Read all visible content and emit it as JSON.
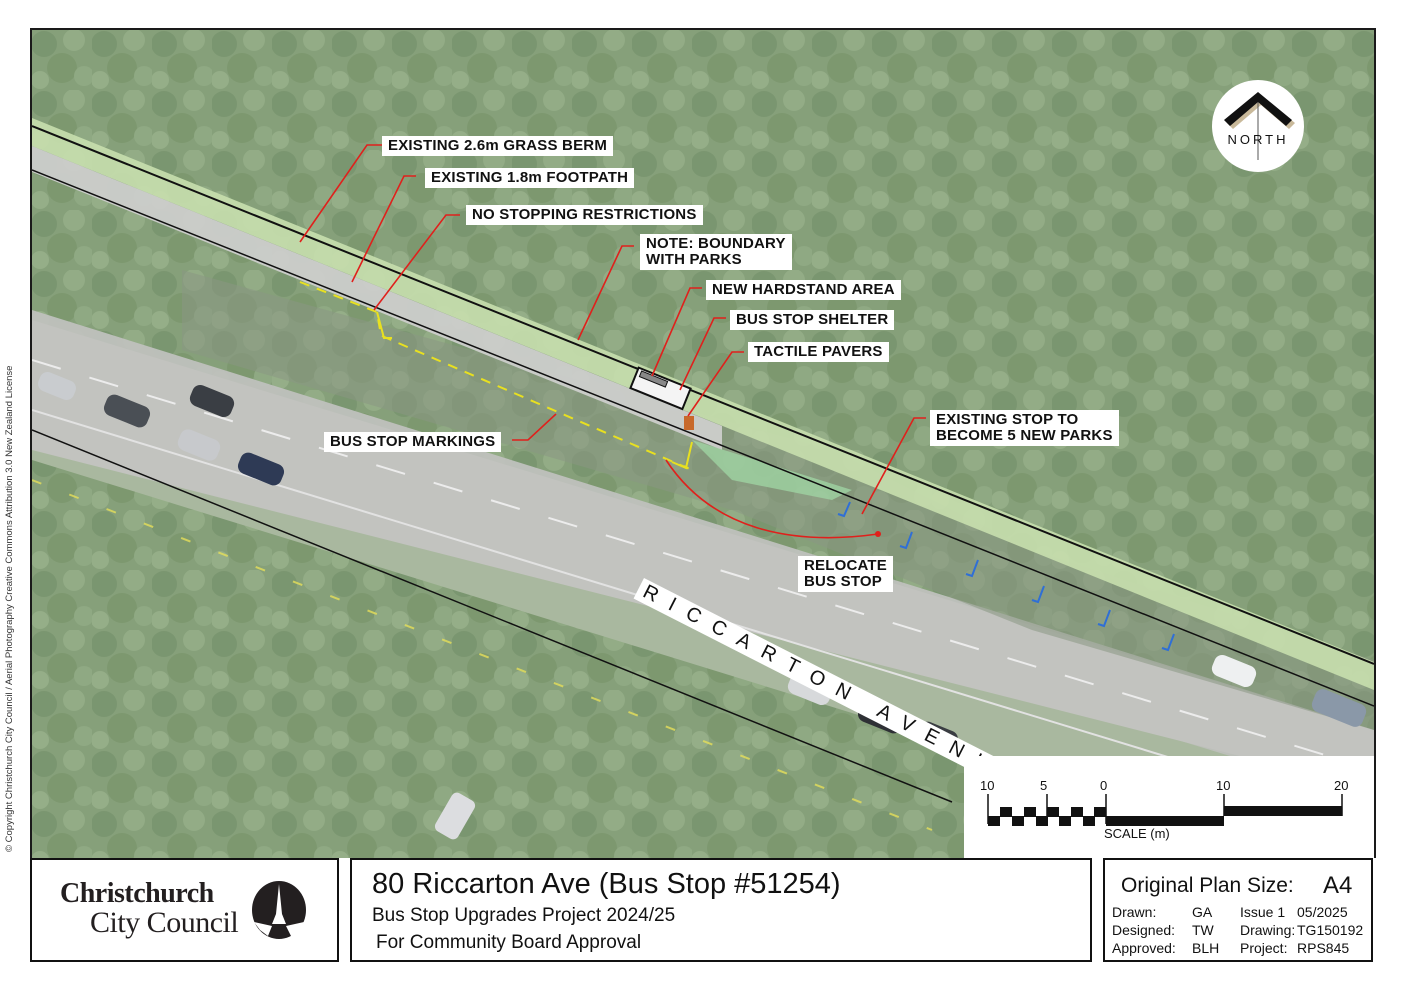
{
  "map": {
    "street_name": "RICCARTON AVENUE",
    "callouts": [
      {
        "id": "grass-berm",
        "text": "EXISTING 2.6m GRASS BERM"
      },
      {
        "id": "footpath",
        "text": "EXISTING 1.8m FOOTPATH"
      },
      {
        "id": "no-stopping",
        "text": "NO STOPPING RESTRICTIONS"
      },
      {
        "id": "boundary-note",
        "text": "NOTE: BOUNDARY\nWITH PARKS"
      },
      {
        "id": "hardstand",
        "text": "NEW HARDSTAND AREA"
      },
      {
        "id": "shelter",
        "text": "BUS STOP SHELTER"
      },
      {
        "id": "tactile",
        "text": "TACTILE PAVERS"
      },
      {
        "id": "markings",
        "text": "BUS STOP MARKINGS"
      },
      {
        "id": "existing-stop",
        "text": "EXISTING STOP TO\nBECOME 5 NEW PARKS"
      },
      {
        "id": "relocate",
        "text": "RELOCATE\nBUS STOP"
      }
    ],
    "north_arrow": {
      "label": "NORTH"
    },
    "scale_bar": {
      "ticks": [
        "10",
        "5",
        "0",
        "10",
        "20"
      ],
      "caption": "SCALE (m)"
    },
    "colors": {
      "callout_leader": "#e0201c",
      "bus_stop_markings": "#e8e020",
      "new_parks": "#2f6fd6",
      "grass_berm": "#c5dca8",
      "footpath": "#c9cbc6",
      "tactile": "#c8692a"
    },
    "copyright": "© Copyright Christchurch City Council / Aerial Photography Creative Commons Attribution 3.0 New Zealand License"
  },
  "title_block": {
    "logo": {
      "line1": "Christchurch",
      "line2": "City Council"
    },
    "title": "80 Riccarton Ave (Bus Stop #51254)",
    "subtitle": "Bus Stop Upgrades Project 2024/25",
    "purpose": "For Community Board Approval",
    "info": {
      "plan_size_label": "Original Plan Size:",
      "plan_size": "A4",
      "rows": [
        {
          "k1": "Drawn:",
          "v1": "GA",
          "k2": "Issue 1",
          "v2": "05/2025"
        },
        {
          "k1": "Designed:",
          "v1": "TW",
          "k2": "Drawing:",
          "v2": "TG150192"
        },
        {
          "k1": "Approved:",
          "v1": "BLH",
          "k2": "Project:",
          "v2": "RPS845"
        }
      ]
    }
  }
}
